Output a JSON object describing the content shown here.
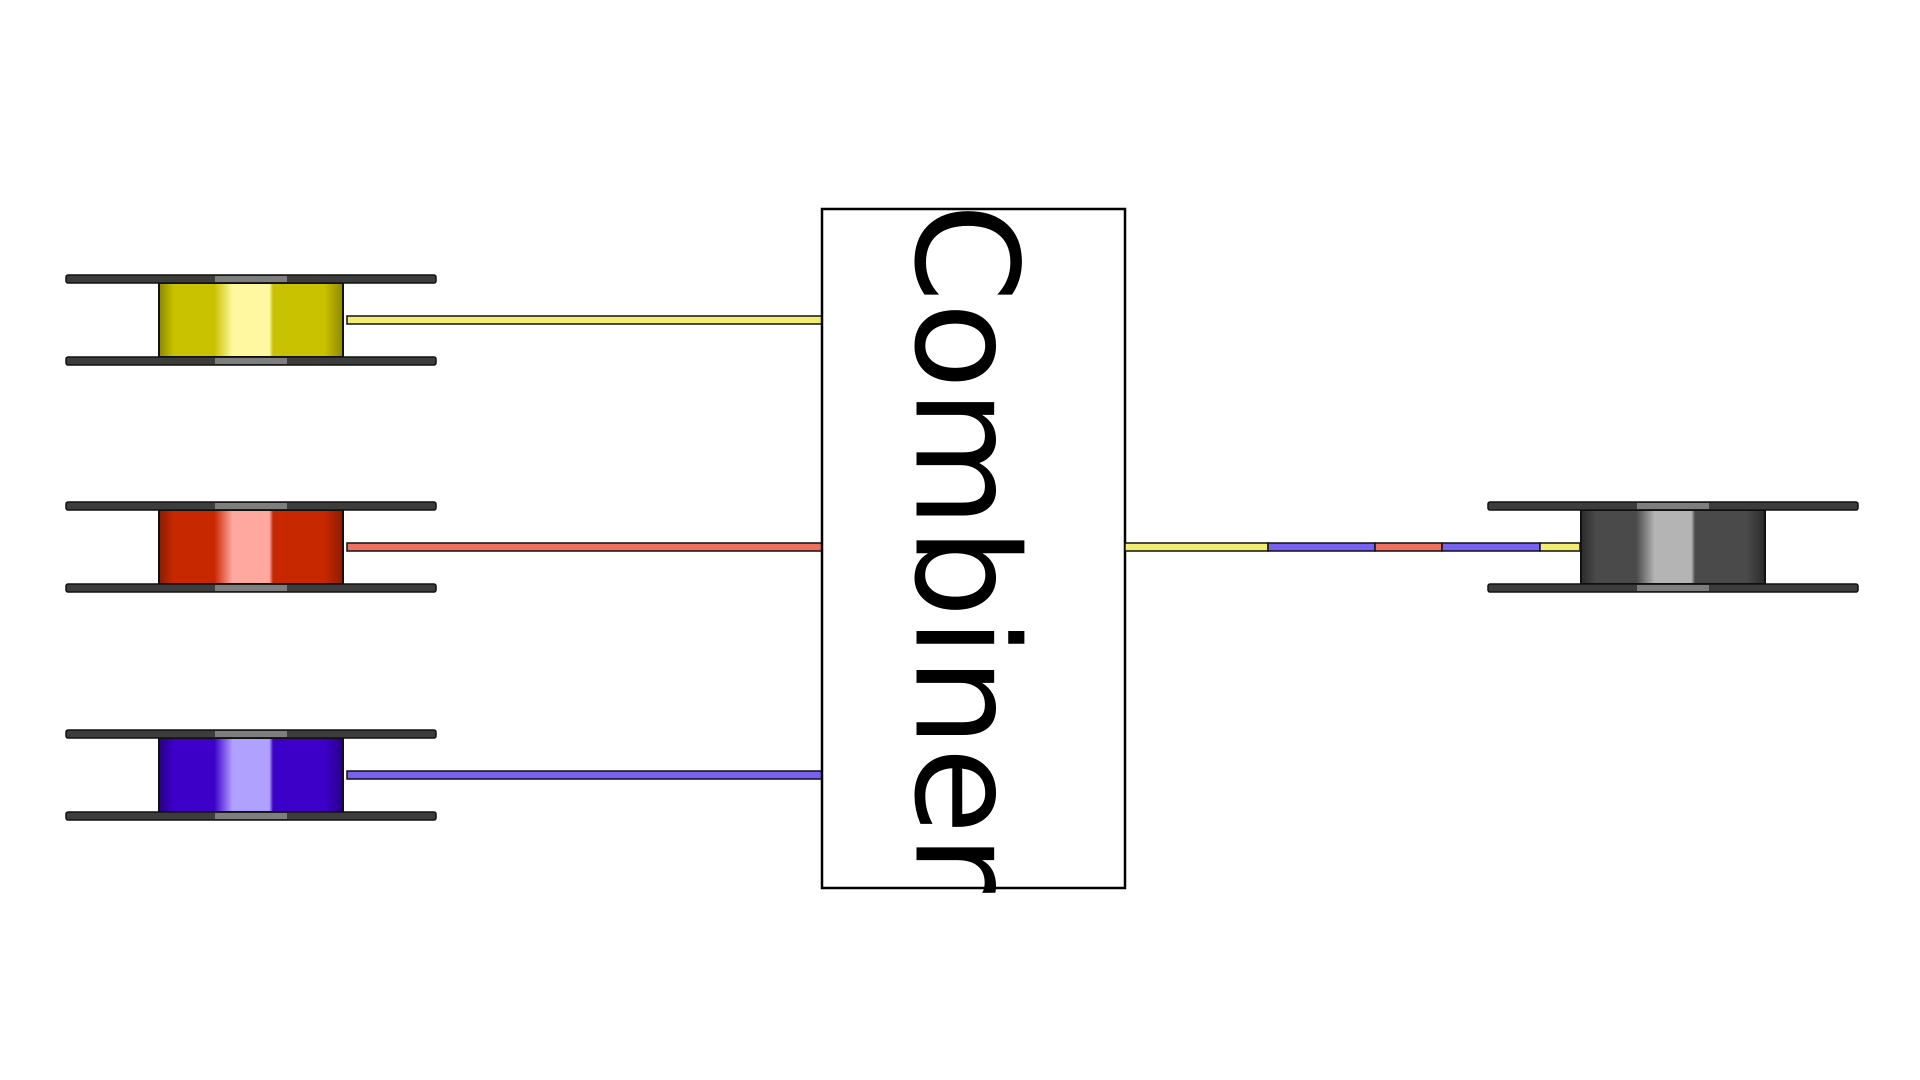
{
  "diagram": {
    "combiner": {
      "label": "Combiner"
    },
    "input_spools": [
      {
        "color": "#c8c200",
        "highlight": "#fff8a0",
        "dark": "#8c8800",
        "strand": "#f2ec70",
        "name": "yellow"
      },
      {
        "color": "#c82800",
        "highlight": "#ffa8a0",
        "dark": "#8c1c00",
        "strand": "#f07060",
        "name": "red"
      },
      {
        "color": "#3c00c8",
        "highlight": "#b0a0ff",
        "dark": "#280088",
        "strand": "#7860f0",
        "name": "blue"
      }
    ],
    "output_spool": {
      "color": "#4a4a4a",
      "highlight": "#b4b4b4",
      "dark": "#2a2a2a",
      "name": "black"
    },
    "output_strand_segments": [
      {
        "color": "#f2ec70"
      },
      {
        "color": "#7860f0"
      },
      {
        "color": "#f07060"
      },
      {
        "color": "#7860f0"
      },
      {
        "color": "#f2ec70"
      }
    ]
  }
}
